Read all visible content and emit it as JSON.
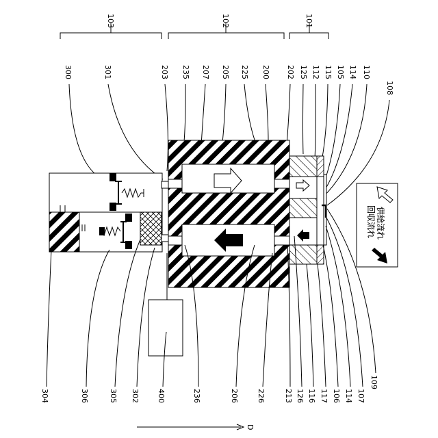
{
  "sections": {
    "s101": "101",
    "s102": "102",
    "s103": "103"
  },
  "top_refs": {
    "r300": "300",
    "r301": "301",
    "r203": "203",
    "r235": "235",
    "r207": "207",
    "r205": "205",
    "r225": "225",
    "r200": "200",
    "r202": "202",
    "r125": "125",
    "r112": "112",
    "r115": "115",
    "r105": "105",
    "r114": "114",
    "r110": "110",
    "r108": "108"
  },
  "bottom_refs": {
    "r304": "304",
    "r306": "306",
    "r305": "305",
    "r302": "302",
    "r400": "400",
    "r236": "236",
    "r206": "206",
    "r226": "226",
    "r213": "213",
    "r126": "126",
    "r116": "116",
    "r117": "117",
    "r106": "106",
    "r114b": "114",
    "r107": "107",
    "r109": "109"
  },
  "legend": {
    "supply": "供給流れ",
    "recovery": "回収流れ"
  },
  "direction": "D",
  "colors": {
    "line": "#000000",
    "fill": "#ffffff"
  }
}
